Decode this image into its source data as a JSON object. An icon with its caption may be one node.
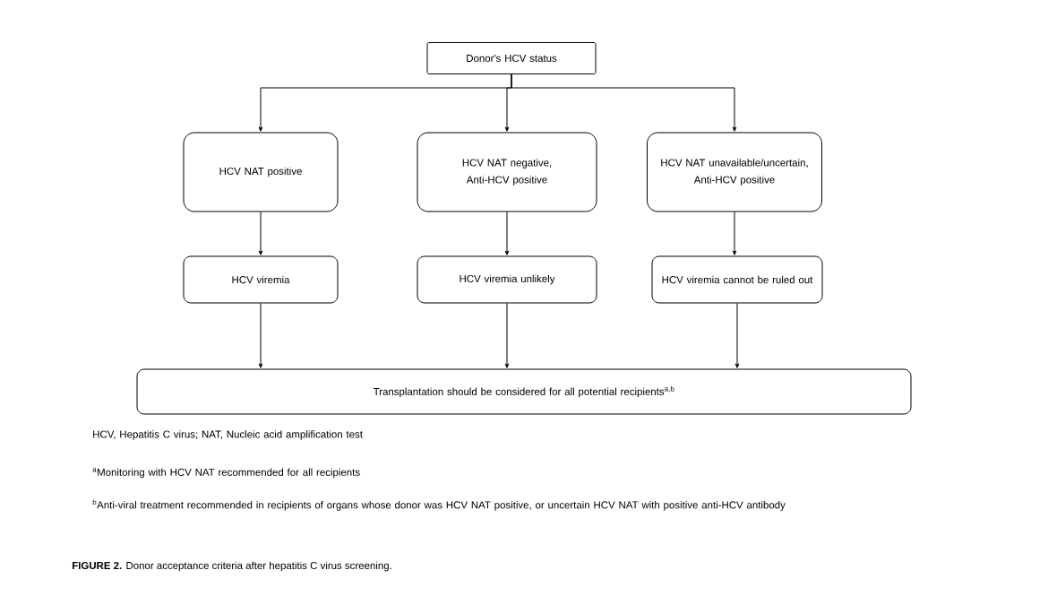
{
  "diagram": {
    "caption": "**FIGURE 2.** Donor acceptance criteria after hepatitis C virus screening.",
    "nodes": [
      {
        "text": [
          "Donor's HCV status"
        ]
      },
      {
        "text": [
          "HCV NAT positive"
        ]
      },
      {
        "text": [
          "HCV NAT negative, Anti-HCV positive"
        ]
      },
      {
        "text": [
          "HCV NAT unavailable/uncertain, Anti-HCV positive"
        ]
      },
      {
        "text": [
          "HCV viremia"
        ]
      },
      {
        "text": [
          "HCV viremia unlikely"
        ]
      },
      {
        "text": [
          "HCV viremia cannot be ruled out"
        ]
      },
      {
        "text": [
          "Transplantation should be considered for all potential recipients$^{a,b}$"
        ]
      }
    ],
    "edges": [
      {
        "from": 0,
        "to": 1,
        "arrow": "to"
      },
      {
        "from": 0,
        "to": 2,
        "arrow": "to"
      },
      {
        "from": 0,
        "to": 3,
        "arrow": "to"
      },
      {
        "from": 1,
        "to": 4,
        "arrow": "to"
      },
      {
        "from": 2,
        "to": 5,
        "arrow": "to"
      },
      {
        "from": 3,
        "to": 6,
        "arrow": "to"
      },
      {
        "from": 4,
        "to": 7,
        "arrow": "to"
      },
      {
        "from": 5,
        "to": 7,
        "arrow": "to"
      },
      {
        "from": 6,
        "to": 7,
        "arrow": "to"
      }
    ],
    "labels": [
      "HCV, Hepatitis C virus; NAT, Nucleic acid amplification test",
      "$^{a}$Monitoring with HCV NAT recommended for all recipients",
      "$^{b}$Anti-viral treatment recommended in recipients of organs whose donor was HCV NAT positive, or uncertain HCV NAT with positive anti-HCV antibody"
    ]
  }
}
